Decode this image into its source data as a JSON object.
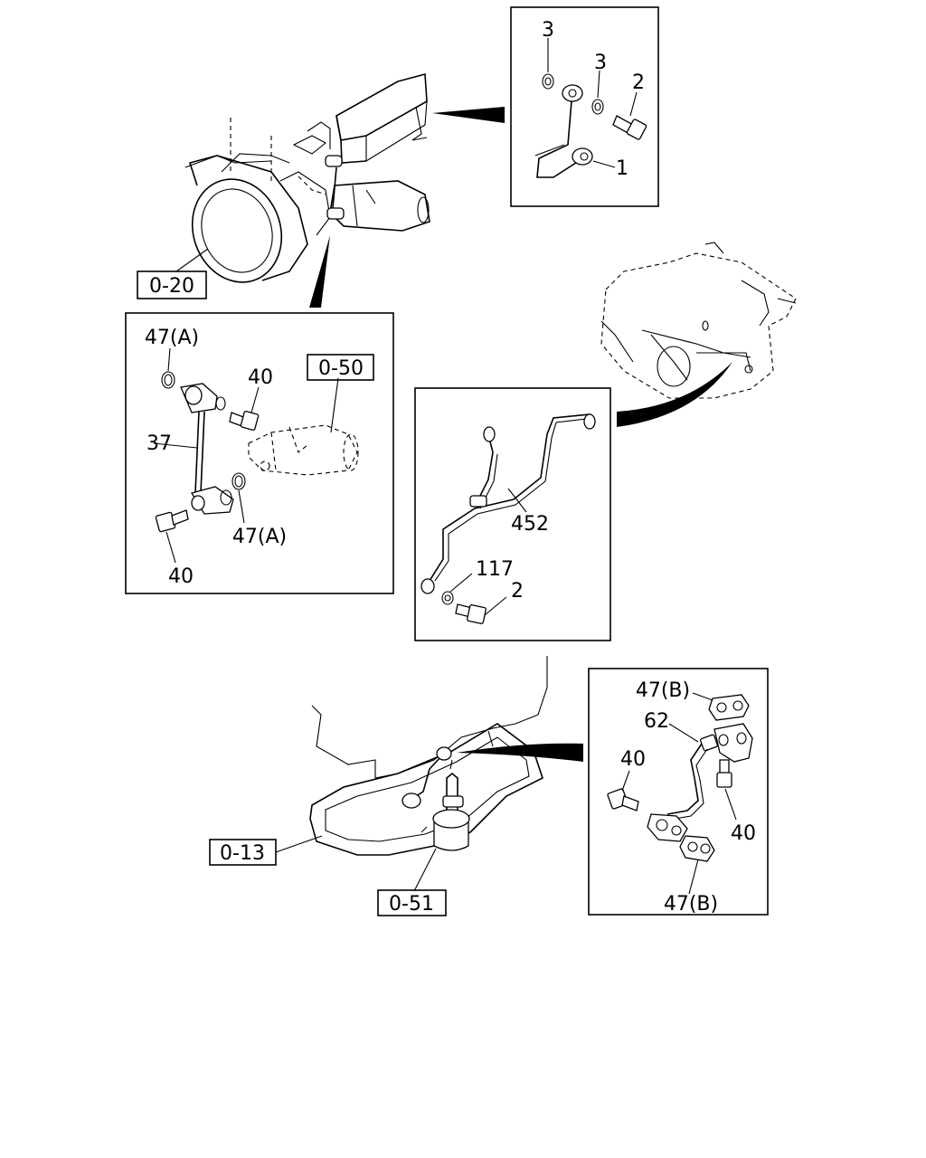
{
  "references": {
    "r1": "0-20",
    "r2": "0-50",
    "r3": "0-13",
    "r4": "0-51"
  },
  "labels": {
    "a3": "3",
    "b3": "3",
    "c2": "2",
    "d1": "1",
    "e47a": "47(A)",
    "f40": "40",
    "g37": "37",
    "h47a": "47(A)",
    "i40": "40",
    "j452": "452",
    "k117": "117",
    "l2": "2",
    "m47b": "47(B)",
    "n62": "62",
    "o40": "40",
    "p40": "40",
    "q47b": "47(B)"
  },
  "icons": [
    "bolt-icon",
    "washer-icon",
    "pipe-icon",
    "oring-icon",
    "eye-joint-icon",
    "gasket-icon"
  ]
}
